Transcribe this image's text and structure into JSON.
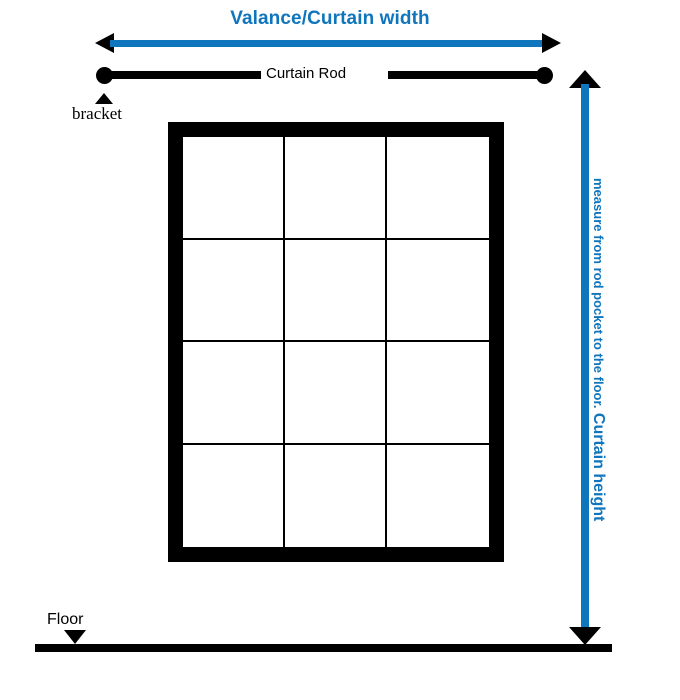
{
  "diagram": {
    "title": "Valance/Curtain width",
    "width_measure": {
      "label": "Valance/Curtain width",
      "arrow_color": "#0f75bc",
      "head_color": "#000000",
      "orientation": "horizontal",
      "double_headed": true
    },
    "curtain_rod": {
      "label": "Curtain Rod",
      "color": "#000000",
      "finials": 2
    },
    "bracket": {
      "label": "bracket",
      "marker": "triangle-up",
      "color": "#000000"
    },
    "window": {
      "frame_color": "#000000",
      "pane_color": "#ffffff",
      "columns": 3,
      "rows": 4,
      "panes": [
        "pane-r1c1",
        "pane-r1c2",
        "pane-r1c3",
        "pane-r2c1",
        "pane-r2c2",
        "pane-r2c3",
        "pane-r3c1",
        "pane-r3c2",
        "pane-r3c3",
        "pane-r4c1",
        "pane-r4c2",
        "pane-r4c3"
      ]
    },
    "height_measure": {
      "label_main": "Curtain height",
      "label_sub": "measure from rod pocket to the floor.",
      "arrow_color": "#0f75bc",
      "head_color": "#000000",
      "orientation": "vertical",
      "double_headed": true
    },
    "floor": {
      "label": "Floor",
      "marker": "triangle-down",
      "color": "#000000"
    }
  }
}
